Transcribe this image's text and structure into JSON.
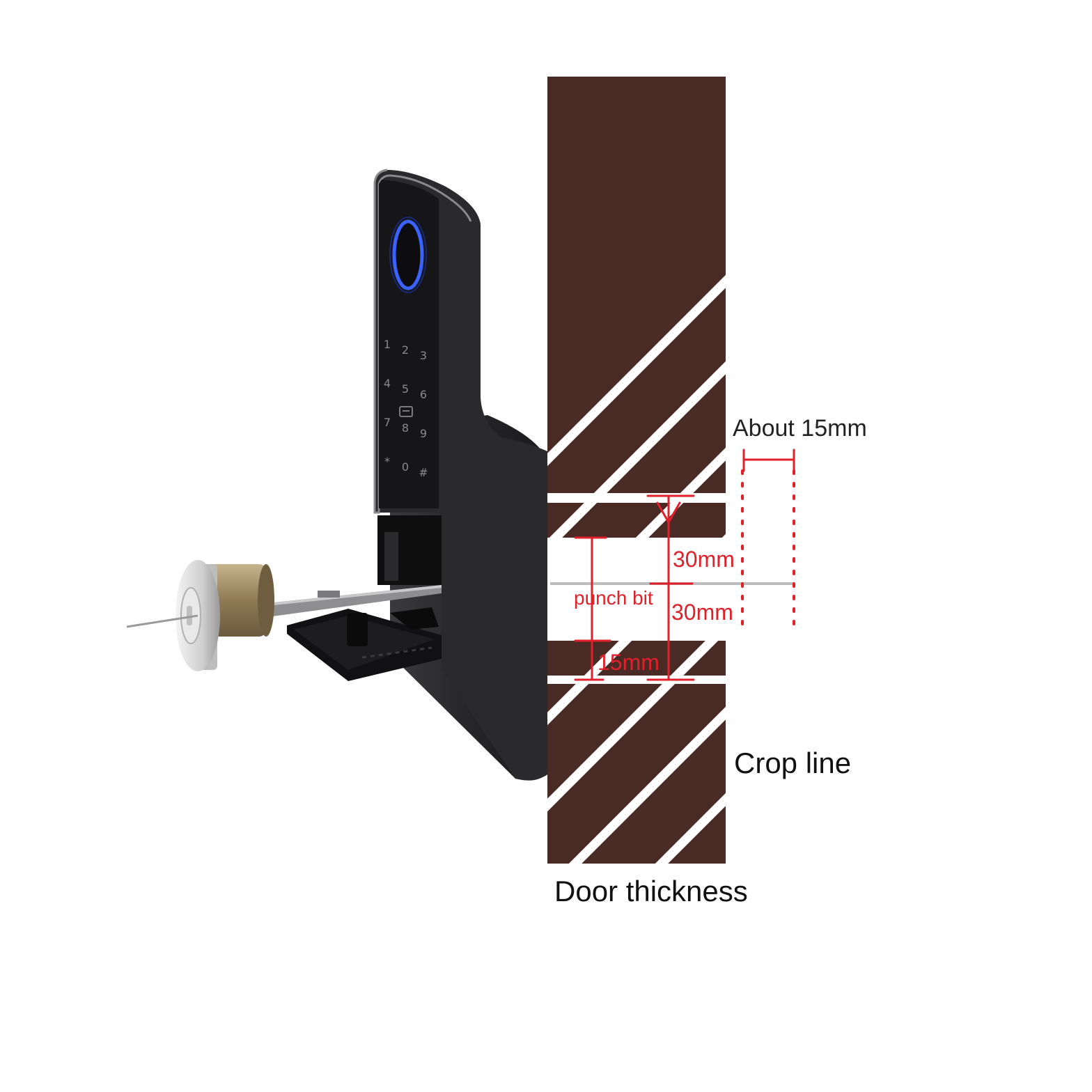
{
  "labels": {
    "about": "About 15mm",
    "thirty_top": "30mm",
    "thirty_bottom": "30mm",
    "punch_bit": "punch bit",
    "fifteen": "15mm",
    "crop_line": "Crop line",
    "door_thickness": "Door thickness"
  },
  "keypad": {
    "keys": [
      "1",
      "2",
      "3",
      "4",
      "5",
      "6",
      "7",
      "8",
      "9",
      "*",
      "0",
      "#"
    ]
  },
  "colors": {
    "door": "#4a2a24",
    "stripe": "#ffffff",
    "lock_body": "#2c2c2e",
    "lock_panel": "#1b1b1d",
    "dimension": "#e0202a",
    "fingerprint_ring": "#2a4fd8",
    "cylinder_brass": "#a08c6a",
    "cylinder_chrome": "#d8d8d8"
  }
}
